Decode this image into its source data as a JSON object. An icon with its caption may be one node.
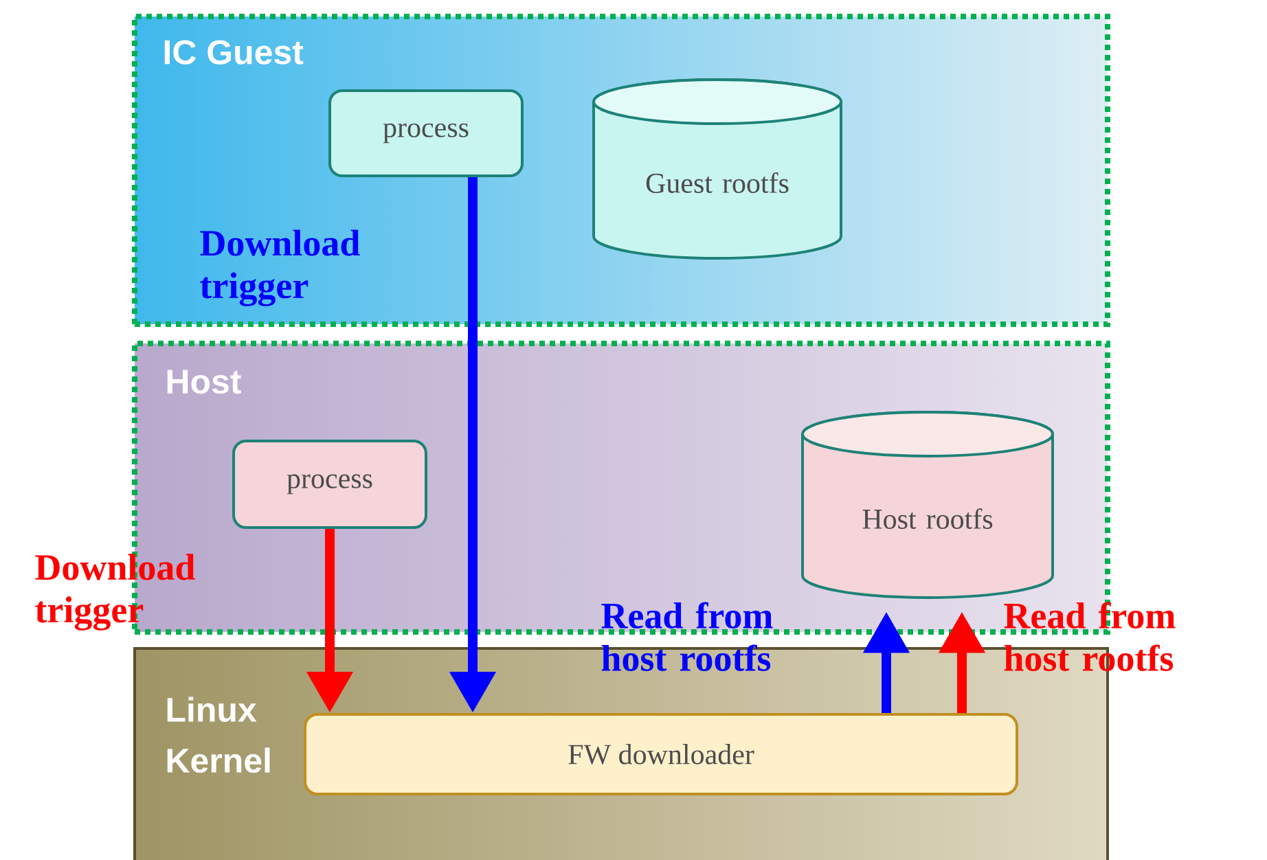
{
  "diagram": {
    "nodes": [
      {
        "text": [
          "IC Guest"
        ]
      },
      {
        "text": [
          "process"
        ],
        "in": 0
      },
      {
        "text": [
          "Guest rootfs"
        ],
        "in": 0
      },
      {
        "text": [
          "Host"
        ]
      },
      {
        "text": [
          "process"
        ],
        "in": 3
      },
      {
        "text": [
          "Host rootfs"
        ],
        "in": 3
      },
      {
        "text": [
          "Linux Kernel"
        ]
      },
      {
        "text": [
          "FW downloader"
        ],
        "in": 6
      }
    ],
    "edges": [
      {
        "from": 1,
        "to": 7,
        "arrow": "to",
        "label": "Download trigger",
        "color": "#0000ff"
      },
      {
        "from": 4,
        "to": 7,
        "arrow": "to",
        "label": "Download trigger",
        "color": "#ff0000"
      },
      {
        "from": 7,
        "to": 5,
        "arrow": "to",
        "label": "Read from host rootfs",
        "color": "#0000ff"
      },
      {
        "from": 7,
        "to": 5,
        "arrow": "to",
        "label": "Read from host rootfs",
        "color": "#ff0000"
      }
    ]
  }
}
